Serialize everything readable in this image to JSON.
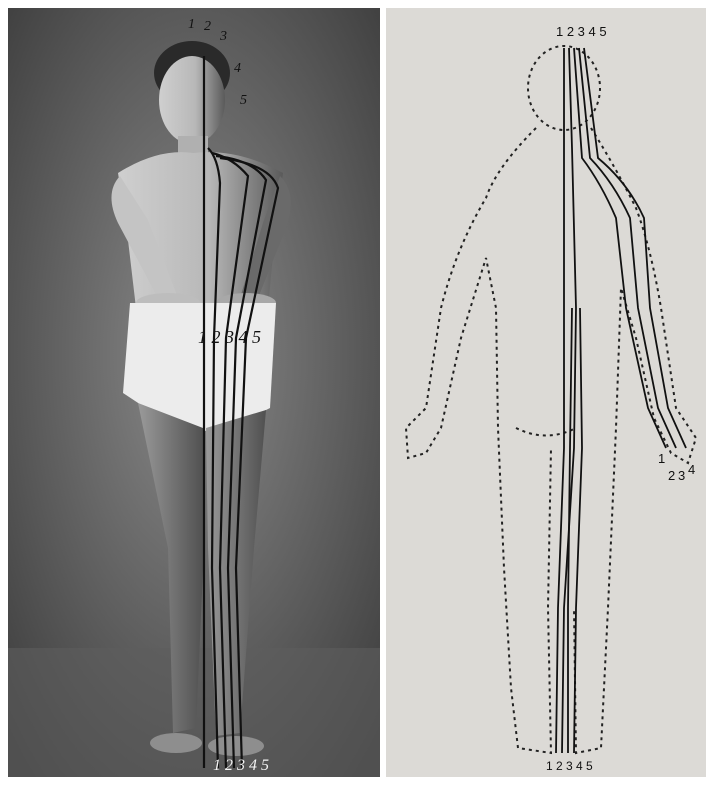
{
  "photo_panel": {
    "head_numbers": [
      "1",
      "2",
      "3",
      "4",
      "5"
    ],
    "cloth_numbers": "1 2 3 4 5",
    "foot_numbers": "1 2 3 4 5"
  },
  "drawing_panel": {
    "head_numbers": "1 2 3 4 5",
    "hand_numbers": [
      "1",
      "2",
      "3",
      "4"
    ],
    "foot_numbers": "1 2 3 4 5"
  },
  "colors": {
    "photo_bg": "#6b6b6b",
    "drawing_bg": "#dcdad6",
    "ink": "#1a1a1a"
  }
}
